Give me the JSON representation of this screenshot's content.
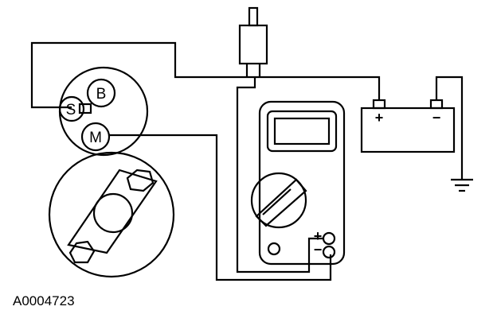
{
  "starter": {
    "terminal_b": "B",
    "terminal_s": "S",
    "terminal_m": "M"
  },
  "battery": {
    "positive_sign": "+",
    "negative_sign": "−"
  },
  "multimeter": {
    "positive_sign": "+",
    "negative_sign": "−"
  },
  "figure": {
    "reference": "A0004723"
  }
}
